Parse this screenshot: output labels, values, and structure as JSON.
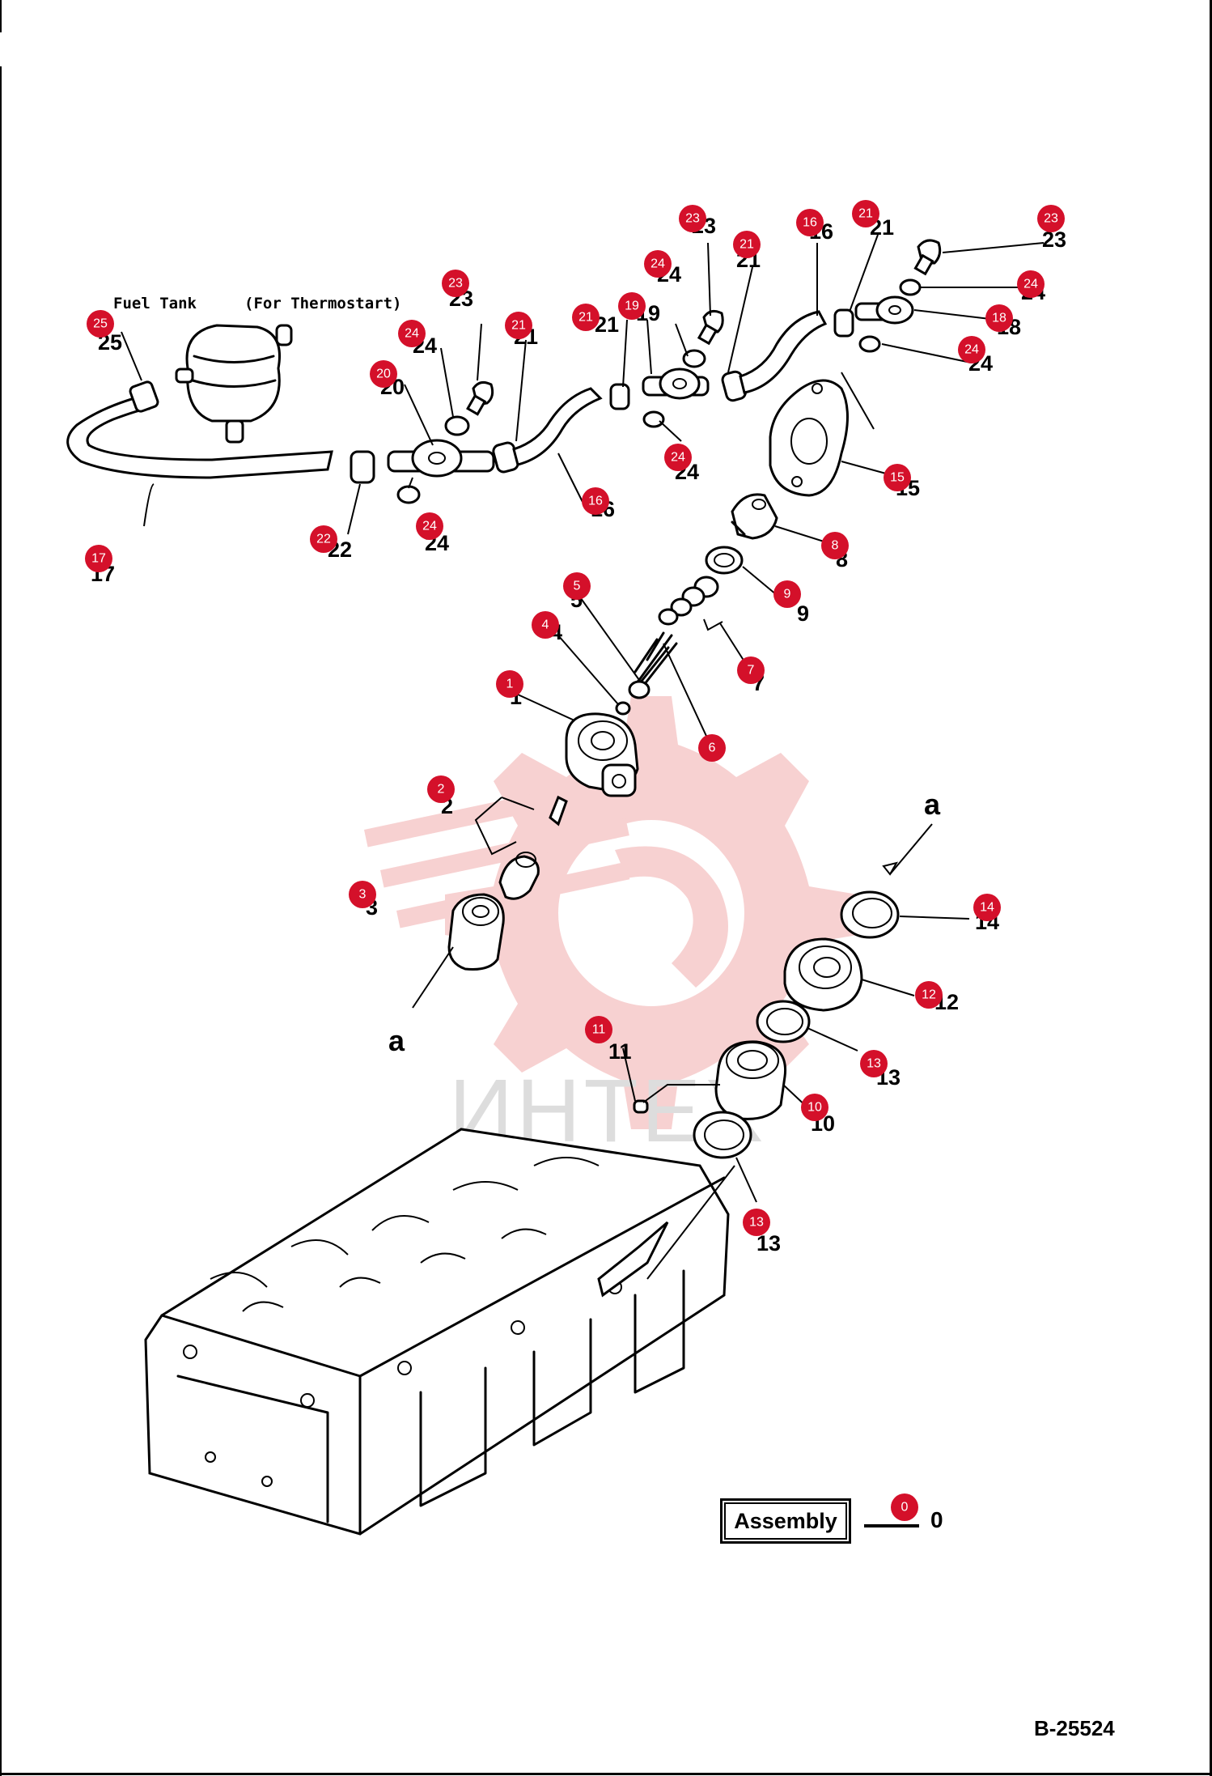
{
  "caption": {
    "text": "Fuel Tank",
    "note": "(For Thermostart)"
  },
  "watermark": {
    "text": "ИНТЕХ",
    "color": "#f6c9c9"
  },
  "callout_color": "#d4102a",
  "parts": [
    {
      "id": "25",
      "number": "25",
      "icon": "fuel-hose-end"
    },
    {
      "id": "17",
      "number": "17",
      "icon": "hose"
    },
    {
      "id": "22",
      "number": "22",
      "icon": "clip"
    },
    {
      "id": "20",
      "number": "20",
      "icon": "banjo-joint"
    },
    {
      "id": "24a",
      "number": "24",
      "icon": "washer"
    },
    {
      "id": "24b",
      "number": "24",
      "icon": "washer"
    },
    {
      "id": "23a",
      "number": "23",
      "icon": "banjo-bolt"
    },
    {
      "id": "21a",
      "number": "21",
      "icon": "clip"
    },
    {
      "id": "16a",
      "number": "16",
      "icon": "hose"
    },
    {
      "id": "21b",
      "number": "21",
      "icon": "clip"
    },
    {
      "id": "19",
      "number": "19",
      "icon": "banjo-joint"
    },
    {
      "id": "24c",
      "number": "24",
      "icon": "washer"
    },
    {
      "id": "24d",
      "number": "24",
      "icon": "washer"
    },
    {
      "id": "23b",
      "number": "23",
      "icon": "banjo-bolt"
    },
    {
      "id": "21c",
      "number": "21",
      "icon": "clip"
    },
    {
      "id": "16b",
      "number": "16",
      "icon": "hose"
    },
    {
      "id": "21d",
      "number": "21",
      "icon": "clip"
    },
    {
      "id": "23c",
      "number": "23",
      "icon": "banjo-bolt"
    },
    {
      "id": "24e",
      "number": "24",
      "icon": "washer"
    },
    {
      "id": "18",
      "number": "18",
      "icon": "banjo-joint"
    },
    {
      "id": "24f",
      "number": "24",
      "icon": "washer"
    },
    {
      "id": "15",
      "number": "15",
      "icon": "flange"
    },
    {
      "id": "8",
      "number": "8",
      "icon": "nipple"
    },
    {
      "id": "9",
      "number": "9",
      "icon": "gasket"
    },
    {
      "id": "7",
      "number": "7",
      "icon": "valve-kit"
    },
    {
      "id": "5",
      "number": "5",
      "icon": "spring-seat"
    },
    {
      "id": "4",
      "number": "4",
      "icon": "ball"
    },
    {
      "id": "6",
      "number": "6",
      "icon": "spring"
    },
    {
      "id": "1",
      "number": "1",
      "icon": "body"
    },
    {
      "id": "2",
      "number": "2",
      "icon": "element"
    },
    {
      "id": "3",
      "number": "3",
      "icon": "nut"
    },
    {
      "id": "14",
      "number": "14",
      "icon": "seal"
    },
    {
      "id": "12",
      "number": "12",
      "icon": "holder"
    },
    {
      "id": "13a",
      "number": "13",
      "icon": "o-ring"
    },
    {
      "id": "11",
      "number": "11",
      "icon": "pin"
    },
    {
      "id": "10",
      "number": "10",
      "icon": "sleeve"
    },
    {
      "id": "13b",
      "number": "13",
      "icon": "o-ring"
    }
  ],
  "view_markers": [
    "a",
    "a"
  ],
  "assembly": {
    "label": "Assembly",
    "number": "0"
  },
  "drawing_code": "B-25524"
}
